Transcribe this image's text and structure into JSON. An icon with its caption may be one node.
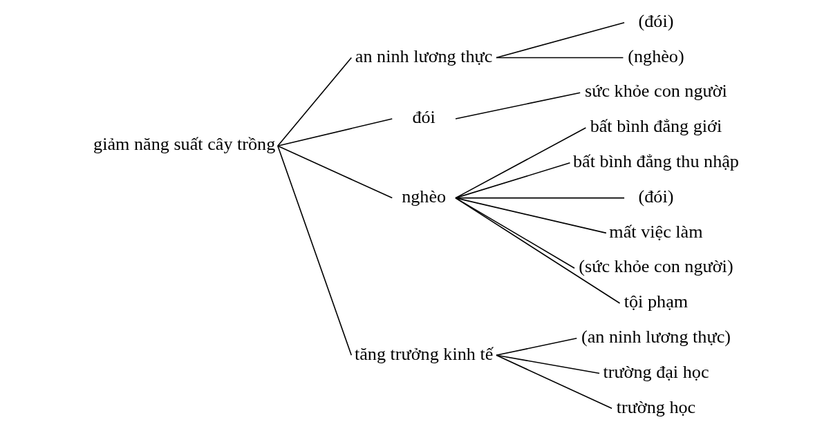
{
  "diagram": {
    "nodes": [
      {
        "text": [
          "giảm năng suất cây trồng"
        ]
      },
      {
        "text": [
          "an ninh lương thực"
        ]
      },
      {
        "text": [
          "(đói)"
        ]
      },
      {
        "text": [
          "(nghèo)"
        ]
      },
      {
        "text": [
          "đói"
        ]
      },
      {
        "text": [
          "sức khỏe con người"
        ]
      },
      {
        "text": [
          "nghèo"
        ]
      },
      {
        "text": [
          "bất bình đẳng giới"
        ]
      },
      {
        "text": [
          "bất bình đẳng thu nhập"
        ]
      },
      {
        "text": [
          "(đói)"
        ]
      },
      {
        "text": [
          "mất việc làm"
        ]
      },
      {
        "text": [
          "(sức khỏe con người)"
        ]
      },
      {
        "text": [
          "tội phạm"
        ]
      },
      {
        "text": [
          "tăng trưởng kinh tế"
        ]
      },
      {
        "text": [
          "(an ninh lương thực)"
        ]
      },
      {
        "text": [
          "trường đại học"
        ]
      },
      {
        "text": [
          "trường học"
        ]
      }
    ],
    "edges": [
      {
        "from": 0,
        "to": 1,
        "arrow": "none"
      },
      {
        "from": 1,
        "to": 2,
        "arrow": "none"
      },
      {
        "from": 1,
        "to": 3,
        "arrow": "none"
      },
      {
        "from": 0,
        "to": 4,
        "arrow": "none"
      },
      {
        "from": 4,
        "to": 5,
        "arrow": "none"
      },
      {
        "from": 0,
        "to": 6,
        "arrow": "none"
      },
      {
        "from": 6,
        "to": 7,
        "arrow": "none"
      },
      {
        "from": 6,
        "to": 8,
        "arrow": "none"
      },
      {
        "from": 6,
        "to": 9,
        "arrow": "none"
      },
      {
        "from": 6,
        "to": 10,
        "arrow": "none"
      },
      {
        "from": 6,
        "to": 11,
        "arrow": "none"
      },
      {
        "from": 6,
        "to": 12,
        "arrow": "none"
      },
      {
        "from": 0,
        "to": 13,
        "arrow": "none"
      },
      {
        "from": 13,
        "to": 14,
        "arrow": "none"
      },
      {
        "from": 13,
        "to": 15,
        "arrow": "none"
      },
      {
        "from": 13,
        "to": 16,
        "arrow": "none"
      }
    ]
  }
}
